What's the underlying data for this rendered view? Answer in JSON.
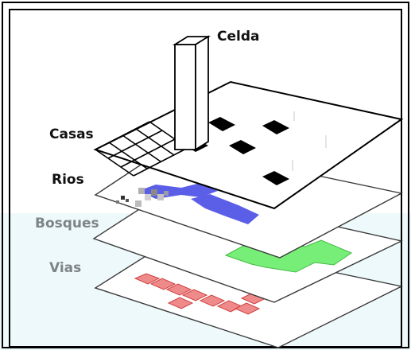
{
  "labels": {
    "celda": "Celda",
    "casas": "Casas",
    "rios": "Rios",
    "bosques": "Bosques",
    "vias": "Vias"
  },
  "colors": {
    "background_upper": "#ffffff",
    "background_lower": "#eef9fb",
    "outline": "#000000",
    "layer_outline": "#3a3a3a",
    "house_fill": "#000000",
    "river_fill": "#5b5ee6",
    "forest_fill": "#77ee77",
    "road_fill": "#ef8a8a",
    "dark_label": "#111111",
    "grey_label": "#7d8488"
  },
  "layers": [
    "Casas",
    "Rios",
    "Bosques",
    "Vias"
  ]
}
